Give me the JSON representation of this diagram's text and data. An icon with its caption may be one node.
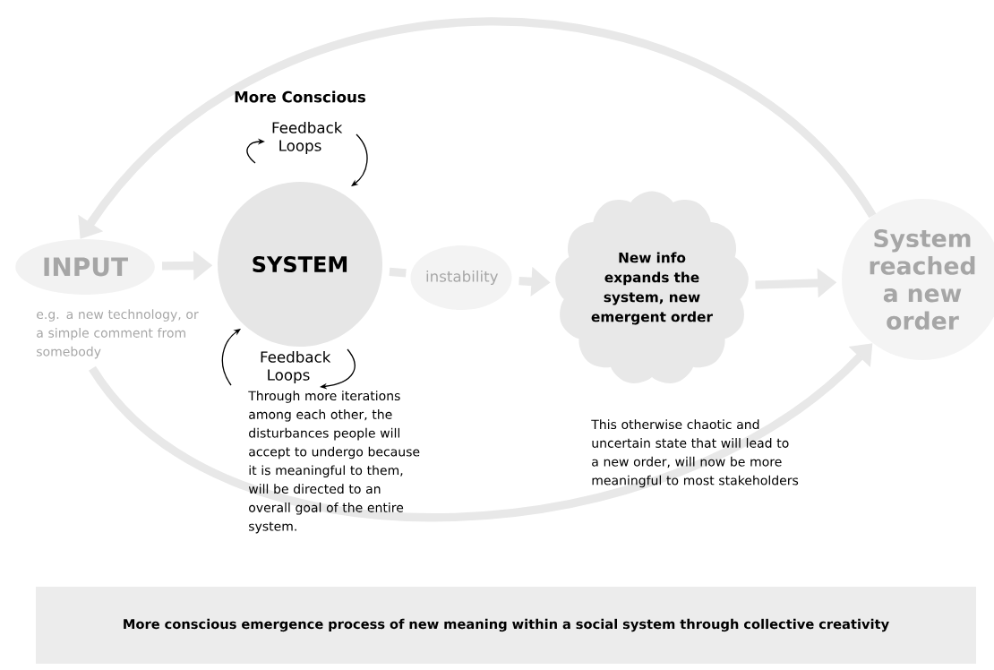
{
  "diagram": {
    "nodes": [
      {
        "text": [
          "INPUT"
        ],
        "beside": [
          "e.g. a new technology, or a simple comment from somebody"
        ]
      },
      {
        "text": [
          "SYSTEM"
        ]
      },
      {
        "text": [
          "instability"
        ]
      },
      {
        "text": [
          "New info expands the system, new emergent order"
        ]
      },
      {
        "text": [
          "System reached a new order"
        ]
      },
      {
        "text": [
          "More conscious emergence process of new meaning within a social system through collective creativity"
        ]
      }
    ],
    "edges": [
      {
        "from": 0,
        "to": 1,
        "arrow": "to"
      },
      {
        "from": 1,
        "to": 2,
        "arrow": "none"
      },
      {
        "from": 2,
        "to": 3,
        "arrow": "to"
      },
      {
        "from": 3,
        "to": 4,
        "arrow": "to"
      },
      {
        "from": 4,
        "to": 0,
        "arrow": "to"
      },
      {
        "from": 0,
        "to": 4,
        "arrow": "to"
      }
    ],
    "labels": [
      "More Conscious",
      "Feedback Loops",
      "Feedback Loops",
      "Through more iterations among each other, the disturbances people will accept to undergo because it is meaningful to them, will be directed to an overall goal of the entire system.",
      "This otherwise chaotic and uncertain state that will lead to a new order, will now be more meaningful to most stakeholders"
    ]
  }
}
